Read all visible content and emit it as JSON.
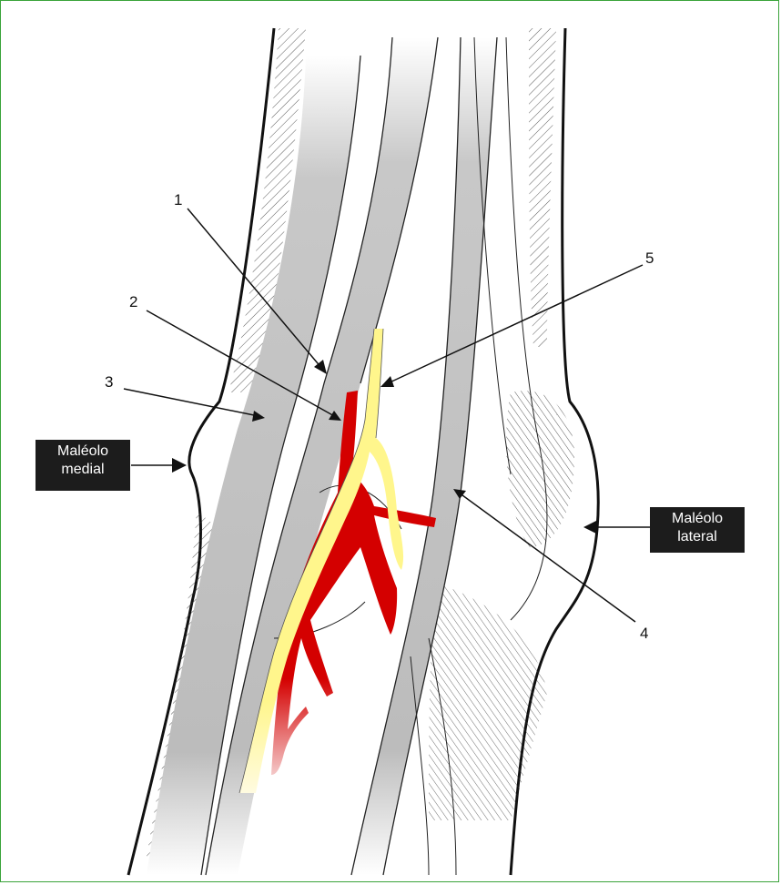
{
  "labels": {
    "n1": "1",
    "n2": "2",
    "n3": "3",
    "n4": "4",
    "n5": "5"
  },
  "callouts": {
    "medial": {
      "line1": "Maléolo",
      "line2": "medial"
    },
    "lateral": {
      "line1": "Maléolo",
      "line2": "lateral"
    }
  },
  "colors": {
    "frame": "#3aa33a",
    "tendon": "#bdbdbd",
    "artery": "#d40000",
    "nerve": "#fff68c",
    "callout_bg": "#1c1c1c"
  }
}
